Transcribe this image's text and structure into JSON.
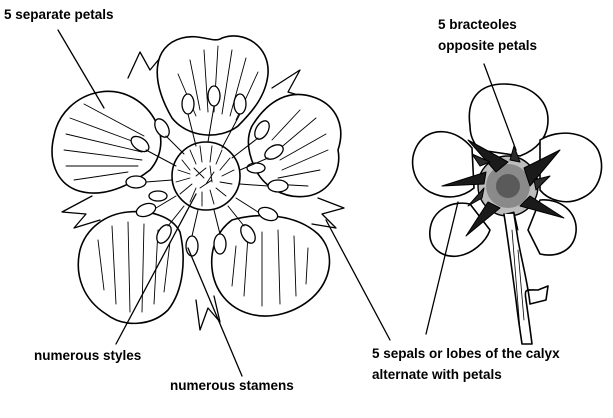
{
  "labels": {
    "petals": "5 separate petals",
    "bracteoles_line1": "5 bracteoles",
    "bracteoles_line2": "opposite petals",
    "styles": "numerous styles",
    "stamens": "numerous stamens",
    "sepals_line1": "5 sepals or lobes of the calyx",
    "sepals_line2": "alternate with petals"
  }
}
